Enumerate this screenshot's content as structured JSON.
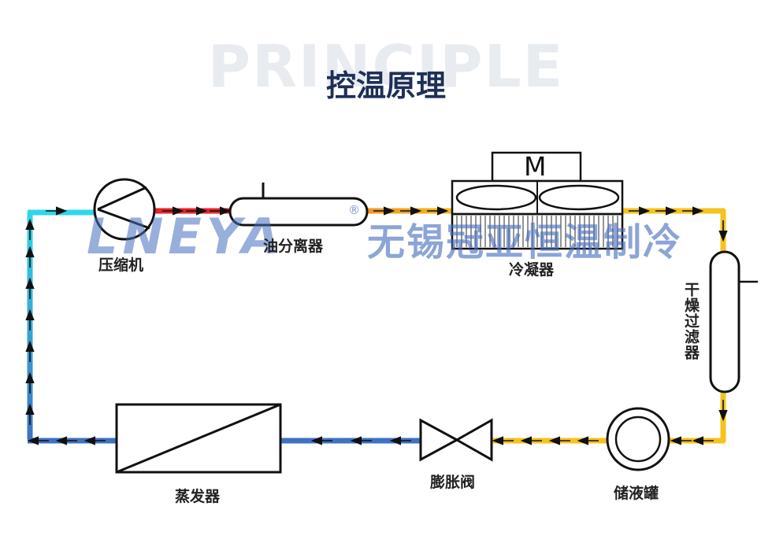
{
  "header": {
    "background_word": "PRINCIPLE",
    "title": "控温原理"
  },
  "components": {
    "compressor": "压缩机",
    "oil_separator": "油分离器",
    "condenser": "冷凝器",
    "condenser_motor": "M",
    "dryer_filter": "干燥过滤器",
    "receiver": "储液罐",
    "expansion_valve": "膨胀阀",
    "evaporator": "蒸发器"
  },
  "watermark": {
    "brand": "LNEYA",
    "registered": "®",
    "company": "无锡冠亚恒温制冷"
  },
  "colors": {
    "hot_red": "#e8222a",
    "orange": "#f08a1e",
    "yellow": "#f5c31c",
    "cold_blue": "#3f72c0",
    "cyan": "#2ed8e8",
    "title": "#1e2f57",
    "watermark": "#466ebe"
  }
}
